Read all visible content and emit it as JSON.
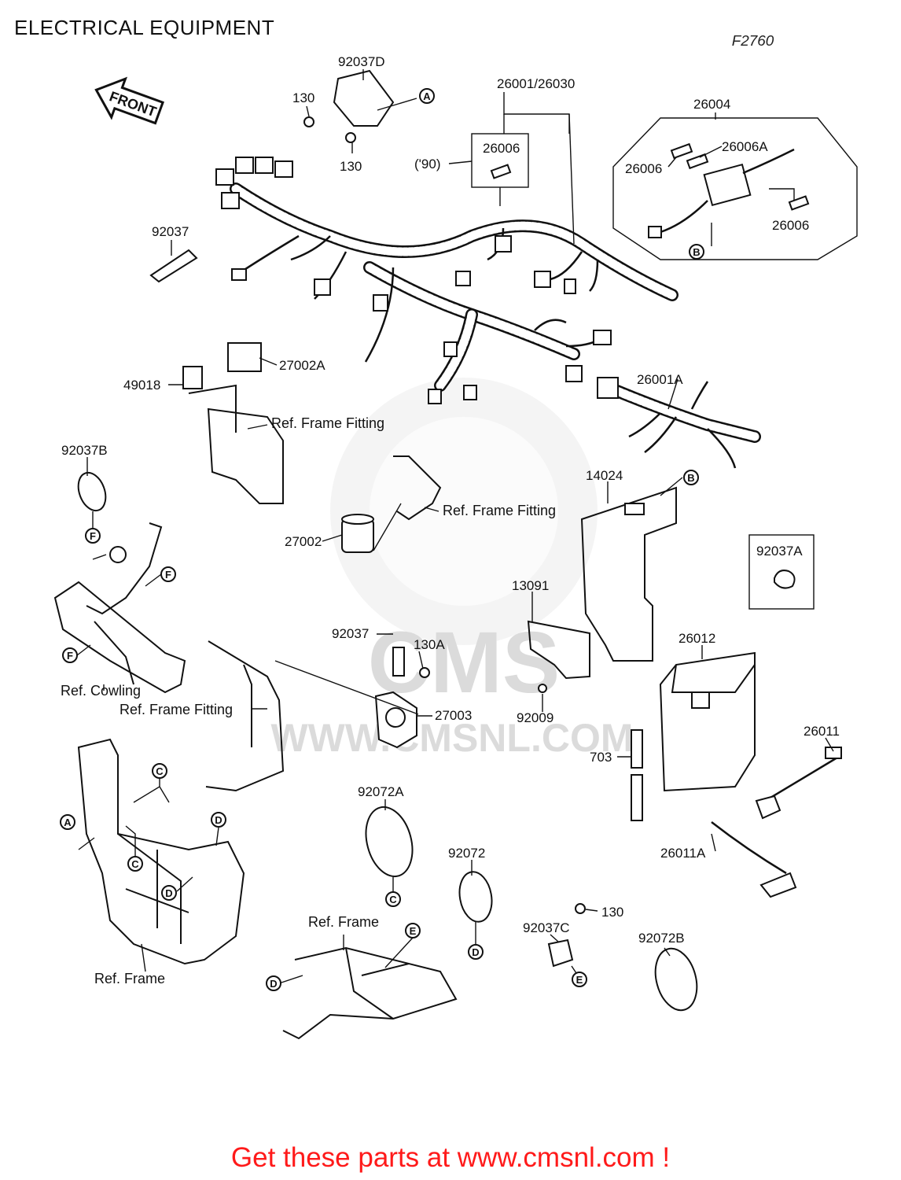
{
  "header": {
    "title": "ELECTRICAL EQUIPMENT",
    "figure_code": "F2760"
  },
  "front_arrow": {
    "label": "FRONT"
  },
  "watermark": {
    "text": "WWW.CMSNL.COM",
    "logo_text": "CMS"
  },
  "footer": {
    "text": "Get these parts at www.cmsnl.com !",
    "color": "#ff1a1a"
  },
  "parts": {
    "p92037D": "92037D",
    "p130_a": "130",
    "p130_b": "130",
    "p26001_26030": "26001/26030",
    "p26006_box": "26006",
    "p90": "('90)",
    "p26004": "26004",
    "p26006A": "26006A",
    "p26006_l": "26006",
    "p26006_r": "26006",
    "p92037": "92037",
    "p27002A": "27002A",
    "p49018": "49018",
    "p26001A": "26001A",
    "p92037B": "92037B",
    "p14024": "14024",
    "p27002": "27002",
    "p92037A": "92037A",
    "p13091": "13091",
    "p92037_mid": "92037",
    "p130A": "130A",
    "p26012": "26012",
    "p27003": "27003",
    "p92009": "92009",
    "p26011": "26011",
    "p703": "703",
    "p92072A": "92072A",
    "p92072": "92072",
    "p26011A": "26011A",
    "p130_c": "130",
    "p92037C": "92037C",
    "p92072B": "92072B"
  },
  "refs": {
    "frame_fitting_1": "Ref. Frame Fitting",
    "frame_fitting_2": "Ref. Frame Fitting",
    "frame_fitting_3": "Ref. Frame Fitting",
    "cowling": "Ref. Cowling",
    "frame_1": "Ref. Frame",
    "frame_2": "Ref. Frame"
  },
  "callouts": {
    "A1": "A",
    "A2": "A",
    "B1": "B",
    "B2": "B",
    "C1": "C",
    "C2": "C",
    "C3": "C",
    "D1": "D",
    "D2": "D",
    "D3": "D",
    "D4": "D",
    "E1": "E",
    "E2": "E",
    "F1": "F",
    "F2": "F",
    "F3": "F"
  }
}
